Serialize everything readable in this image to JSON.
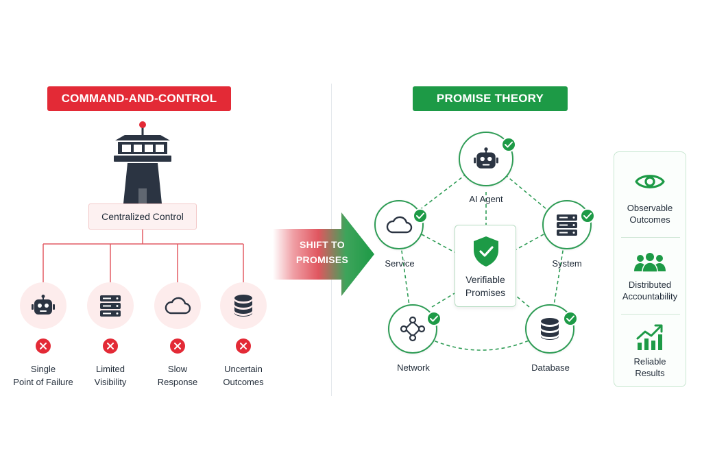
{
  "left": {
    "header": "COMMAND-AND-CONTROL",
    "central_label": "Centralized Control",
    "failures": [
      {
        "icon": "robot-icon",
        "line1": "Single",
        "line2": "Point of Failure"
      },
      {
        "icon": "server-icon",
        "line1": "Limited",
        "line2": "Visibility"
      },
      {
        "icon": "cloud-icon",
        "line1": "Slow",
        "line2": "Response"
      },
      {
        "icon": "database-icon",
        "line1": "Uncertain",
        "line2": "Outcomes"
      }
    ]
  },
  "transition": {
    "line1": "SHIFT TO",
    "line2": "PROMISES"
  },
  "right": {
    "header": "PROMISE THEORY",
    "center": {
      "line1": "Verifiable",
      "line2": "Promises"
    },
    "nodes": {
      "ai_agent": "AI Agent",
      "service": "Service",
      "system": "System",
      "network": "Network",
      "database": "Database"
    }
  },
  "benefits": [
    {
      "icon": "eye-icon",
      "line1": "Observable",
      "line2": "Outcomes"
    },
    {
      "icon": "team-icon",
      "line1": "Distributed",
      "line2": "Accountability"
    },
    {
      "icon": "growth-chart-icon",
      "line1": "Reliable",
      "line2": "Results"
    }
  ],
  "colors": {
    "red": "#e32a36",
    "green": "#1d9a46",
    "navy": "#1f2a37"
  }
}
